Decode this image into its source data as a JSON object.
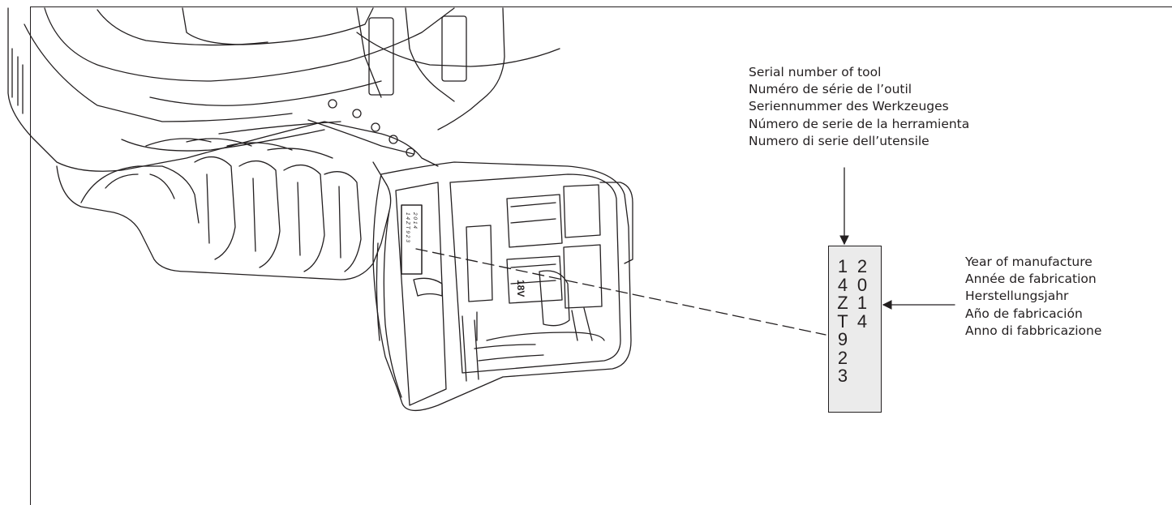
{
  "serial_labels": [
    "Serial number of tool",
    "Numéro de série de l’outil",
    "Seriennummer des Werkzeuges",
    "Número de serie de la herramienta",
    "Numero di serie dell’utensile"
  ],
  "year_labels": [
    "Year of manufacture",
    "Année de fabrication",
    "Herstellungsjahr",
    "Año de fabricación",
    "Anno di fabbricazione"
  ],
  "plate": {
    "serial_chars": [
      "1",
      "4",
      "Z",
      "T",
      "9",
      "2",
      "3"
    ],
    "year_chars": [
      "2",
      "0",
      "1",
      "4"
    ]
  },
  "tool_marking": "18V",
  "colors": {
    "line": "#231f20",
    "plate_fill": "#ebebeb"
  }
}
